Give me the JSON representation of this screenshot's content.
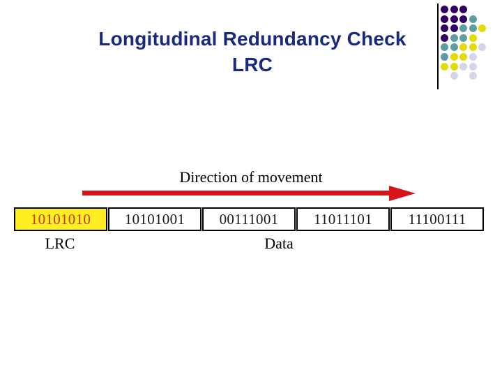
{
  "slide": {
    "title": "Longitudinal Redundancy Check\nLRC",
    "title_color": "#1a2a7a",
    "background_color": "#ffffff"
  },
  "decoration": {
    "name": "dot-matrix-decoration",
    "rule_color": "#000000",
    "palette": {
      "dark_purple": "#330066",
      "teal": "#5f9ea0",
      "yellow": "#e3dc00",
      "lavender": "#d5d5e8"
    },
    "dots": [
      {
        "row": 0,
        "col": 0,
        "color": "#330066"
      },
      {
        "row": 0,
        "col": 1,
        "color": "#330066"
      },
      {
        "row": 0,
        "col": 2,
        "color": "#330066"
      },
      {
        "row": 1,
        "col": 0,
        "color": "#330066"
      },
      {
        "row": 1,
        "col": 1,
        "color": "#330066"
      },
      {
        "row": 1,
        "col": 2,
        "color": "#330066"
      },
      {
        "row": 1,
        "col": 3,
        "color": "#5f9ea0"
      },
      {
        "row": 2,
        "col": 0,
        "color": "#330066"
      },
      {
        "row": 2,
        "col": 1,
        "color": "#330066"
      },
      {
        "row": 2,
        "col": 2,
        "color": "#5f9ea0"
      },
      {
        "row": 2,
        "col": 3,
        "color": "#5f9ea0"
      },
      {
        "row": 2,
        "col": 4,
        "color": "#e3dc00"
      },
      {
        "row": 3,
        "col": 0,
        "color": "#330066"
      },
      {
        "row": 3,
        "col": 1,
        "color": "#5f9ea0"
      },
      {
        "row": 3,
        "col": 2,
        "color": "#5f9ea0"
      },
      {
        "row": 3,
        "col": 3,
        "color": "#e3dc00"
      },
      {
        "row": 4,
        "col": 0,
        "color": "#5f9ea0"
      },
      {
        "row": 4,
        "col": 1,
        "color": "#5f9ea0"
      },
      {
        "row": 4,
        "col": 2,
        "color": "#e3dc00"
      },
      {
        "row": 4,
        "col": 3,
        "color": "#e3dc00"
      },
      {
        "row": 4,
        "col": 4,
        "color": "#d5d5e8"
      },
      {
        "row": 5,
        "col": 0,
        "color": "#5f9ea0"
      },
      {
        "row": 5,
        "col": 1,
        "color": "#e3dc00"
      },
      {
        "row": 5,
        "col": 2,
        "color": "#e3dc00"
      },
      {
        "row": 5,
        "col": 3,
        "color": "#d5d5e8"
      },
      {
        "row": 6,
        "col": 0,
        "color": "#e3dc00"
      },
      {
        "row": 6,
        "col": 1,
        "color": "#e3dc00"
      },
      {
        "row": 6,
        "col": 2,
        "color": "#d5d5e8"
      },
      {
        "row": 6,
        "col": 3,
        "color": "#d5d5e8"
      },
      {
        "row": 7,
        "col": 1,
        "color": "#d5d5e8"
      },
      {
        "row": 7,
        "col": 3,
        "color": "#d5d5e8"
      }
    ]
  },
  "diagram": {
    "direction_label": "Direction of movement",
    "arrow_color": "#d9131b",
    "frame_blocks": [
      {
        "value": "10101010",
        "role": "lrc",
        "background": "#ffee22",
        "text_color": "#c23b16"
      },
      {
        "value": "10101001",
        "role": "data",
        "background": "#ffffff",
        "text_color": "#1a1a1a"
      },
      {
        "value": "00111001",
        "role": "data",
        "background": "#ffffff",
        "text_color": "#1a1a1a"
      },
      {
        "value": "11011101",
        "role": "data",
        "background": "#ffffff",
        "text_color": "#1a1a1a"
      },
      {
        "value": "11100111",
        "role": "data",
        "background": "#ffffff",
        "text_color": "#1a1a1a"
      }
    ],
    "labels": {
      "lrc": "LRC",
      "data": "Data"
    }
  }
}
